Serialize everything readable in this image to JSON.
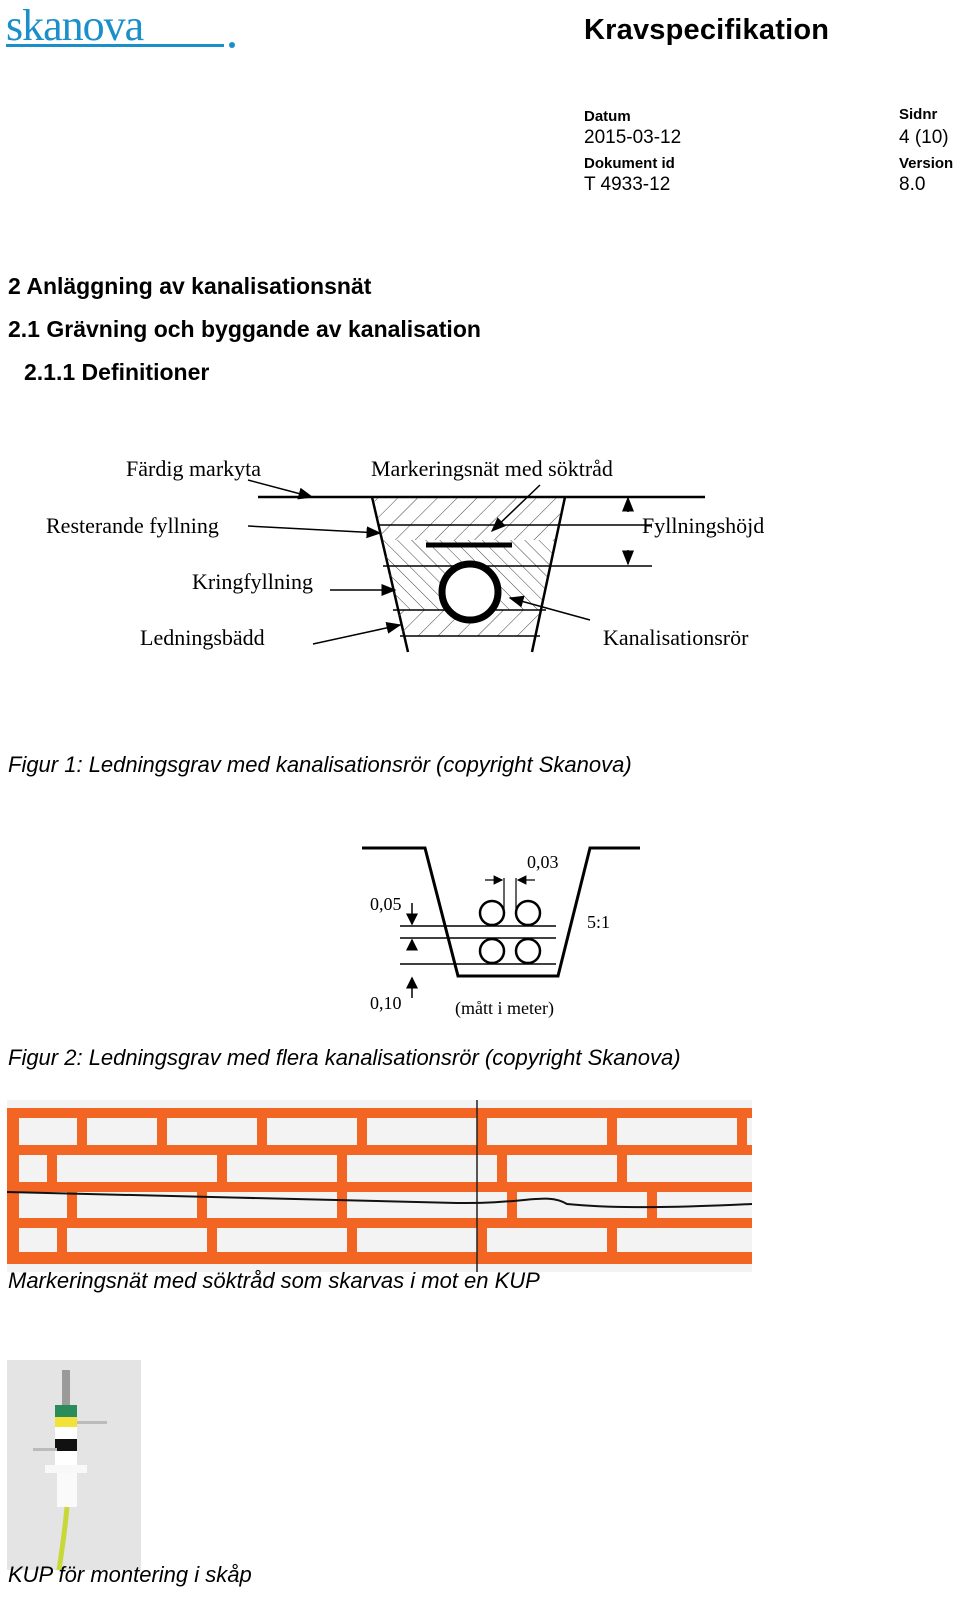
{
  "header": {
    "logo_text": "skanova",
    "title": "Kravspecifikation",
    "meta": {
      "datum_label": "Datum",
      "datum_value": "2015-03-12",
      "sidnr_label": "Sidnr",
      "sidnr_value": "4 (10)",
      "dokid_label": "Dokument id",
      "dokid_value": "T 4933-12",
      "version_label": "Version",
      "version_value": "8.0"
    }
  },
  "headings": {
    "h1": "2 Anläggning av kanalisationsnät",
    "h2": "2.1 Grävning och byggande av kanalisation",
    "h3": "2.1.1 Definitioner"
  },
  "figure1": {
    "labels": {
      "fardig_markyta": "Färdig markyta",
      "markeringsnat": "Markeringsnät med söktråd",
      "resterande": "Resterande fyllning",
      "fyllningshojd": "Fyllningshöjd",
      "kringfyllning": "Kringfyllning",
      "ledningsbadd": "Ledningsbädd",
      "kanalisationsror": "Kanalisationsrör"
    },
    "caption": "Figur 1: Ledningsgrav med kanalisationsrör (copyright Skanova)"
  },
  "figure2": {
    "labels": {
      "dim_003": "0,03",
      "dim_005": "0,05",
      "dim_010": "0,10",
      "ratio": "5:1",
      "units": "(mått i meter)"
    },
    "caption": "Figur 2: Ledningsgrav med flera kanalisationsrör (copyright Skanova)"
  },
  "photo_net": {
    "caption": "Markeringsnät med söktråd som skarvas i mot en KUP"
  },
  "photo_kup": {
    "caption": "KUP för montering i skåp"
  },
  "colors": {
    "brand_blue": "#1a8fc9",
    "net_orange": "#f26522"
  }
}
